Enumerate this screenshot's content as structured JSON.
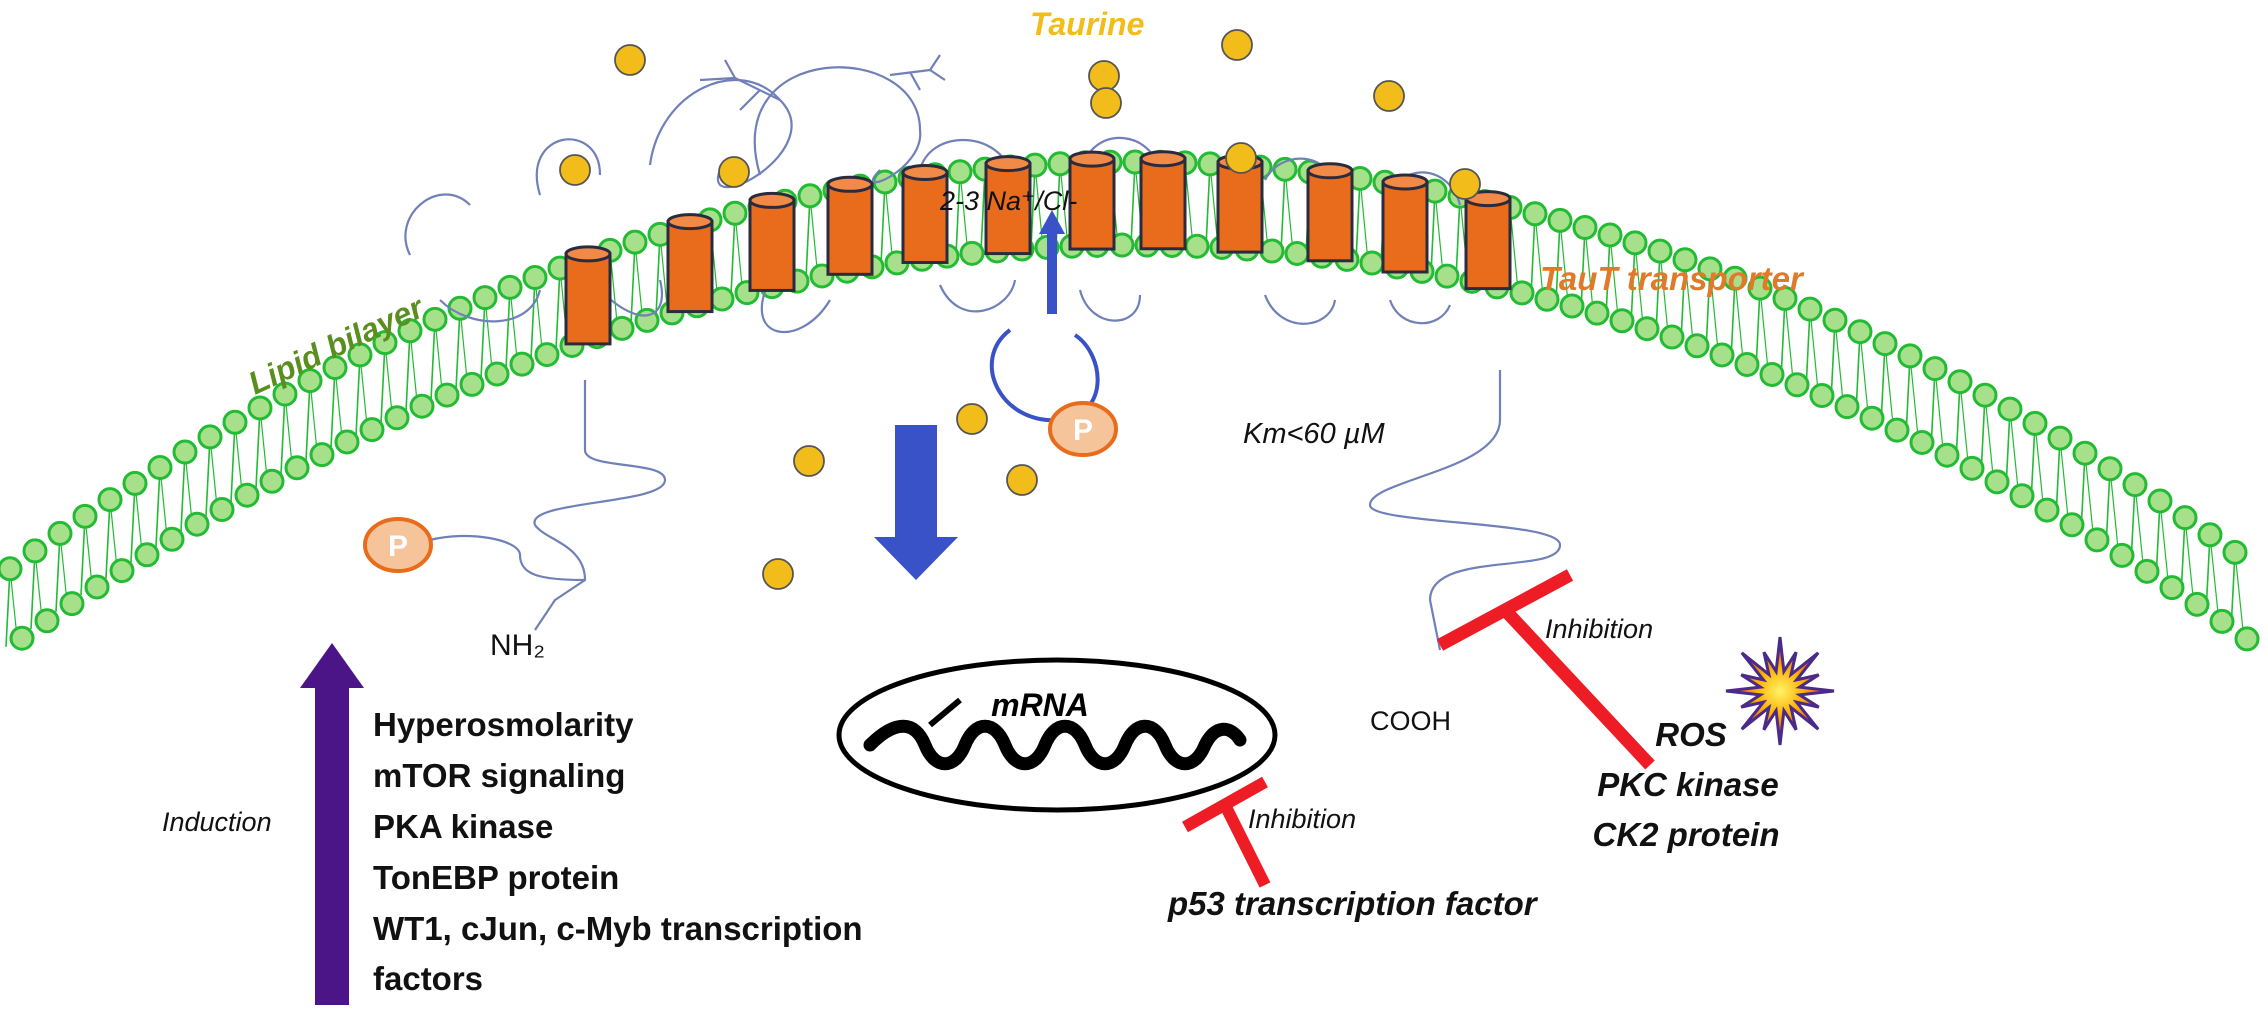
{
  "labels": {
    "taurine": "Taurine",
    "lipid_bilayer": "Lipid bilayer",
    "taut_transporter": "TauT transporter",
    "sodium_chloride": "2-3 Na⁺/Cl-",
    "km": "Km<60 µM",
    "phospho": "P",
    "amino_terminus": "NH₂",
    "carboxy_terminus": "COOH",
    "mrna": "mRNA",
    "inhibition_transporter": "Inhibition",
    "inhibition_mrna": "Inhibition",
    "induction": "Induction",
    "p53": "p53 transcription factor"
  },
  "inducers": [
    "Hyperosmolarity",
    "mTOR signaling",
    "PKA kinase",
    "TonEBP protein",
    "WT1, cJun, c-Myb transcription",
    "factors"
  ],
  "inhibitors": [
    "ROS",
    "PKC kinase",
    "CK2 protein"
  ],
  "colors": {
    "taurine": "#f2bd1b",
    "lipid": "#22bb33",
    "lipid_head": "#a6e08a",
    "helix": "#e86c1c",
    "taut_label": "#e07a2a",
    "lipid_label": "#5a8f1f",
    "arrow_blue": "#3a52c8",
    "induction_arrow": "#4b1587",
    "inhibition": "#ee1c24",
    "phospho_fill": "#f6c49a",
    "loop_line": "#7080b8"
  },
  "icons": {
    "burst": "explosion-burst-icon",
    "transport_arrow": "down-arrow-icon",
    "induction_arrow": "up-arrow-icon"
  }
}
